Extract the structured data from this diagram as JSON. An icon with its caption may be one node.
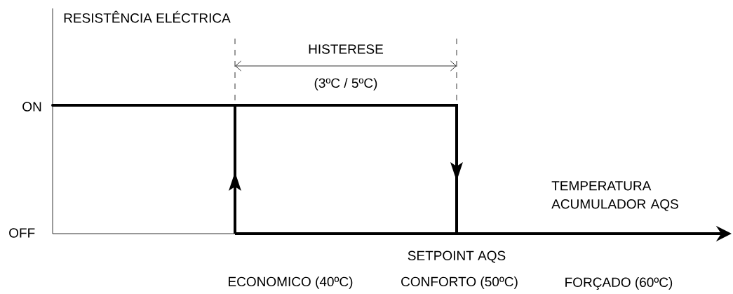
{
  "diagram": {
    "labels": [
      "RESISTÊNCIA ELÉCTRICA",
      "HISTERESE",
      "(3ºC / 5ºC)",
      "ON",
      "OFF",
      "TEMPERATURA ACUMULADOR AQS",
      "SETPOINT AQS",
      "ECONOMICO (40ºC)",
      "CONFORTO (50ºC)",
      "FORÇADO (60ºC)"
    ]
  }
}
